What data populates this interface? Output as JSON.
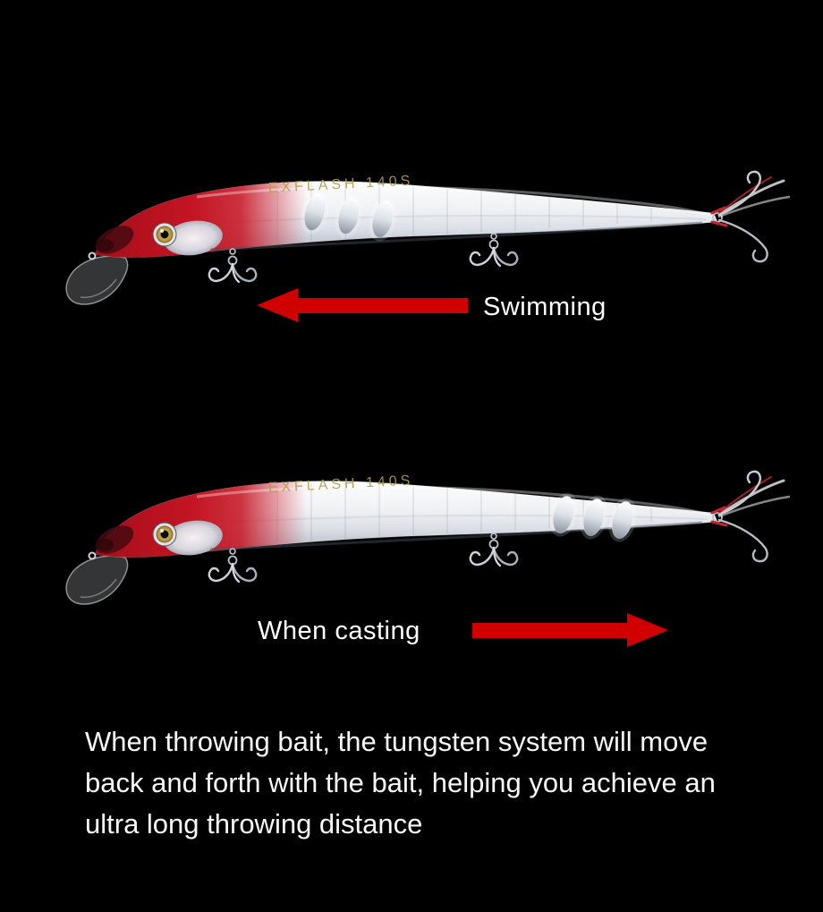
{
  "page": {
    "background": "#000000",
    "type": "product-feature-image"
  },
  "lure": {
    "brand_text": "EXFLASH 140S",
    "body_color": "#eef0f4",
    "head_color": "#c41523",
    "weight_color": "#dde2e8",
    "arrow_color": "#d10000"
  },
  "figures": [
    {
      "id": "swimming-state",
      "label": "Swimming",
      "arrow_direction": "left",
      "weights_position": "front"
    },
    {
      "id": "casting-state",
      "label": "When casting",
      "arrow_direction": "right",
      "weights_position": "rear"
    }
  ],
  "caption": {
    "lines": [
      "When throwing bait, the tungsten system will move",
      "back and forth with the bait, helping you achieve an",
      "ultra long throwing distance"
    ]
  }
}
